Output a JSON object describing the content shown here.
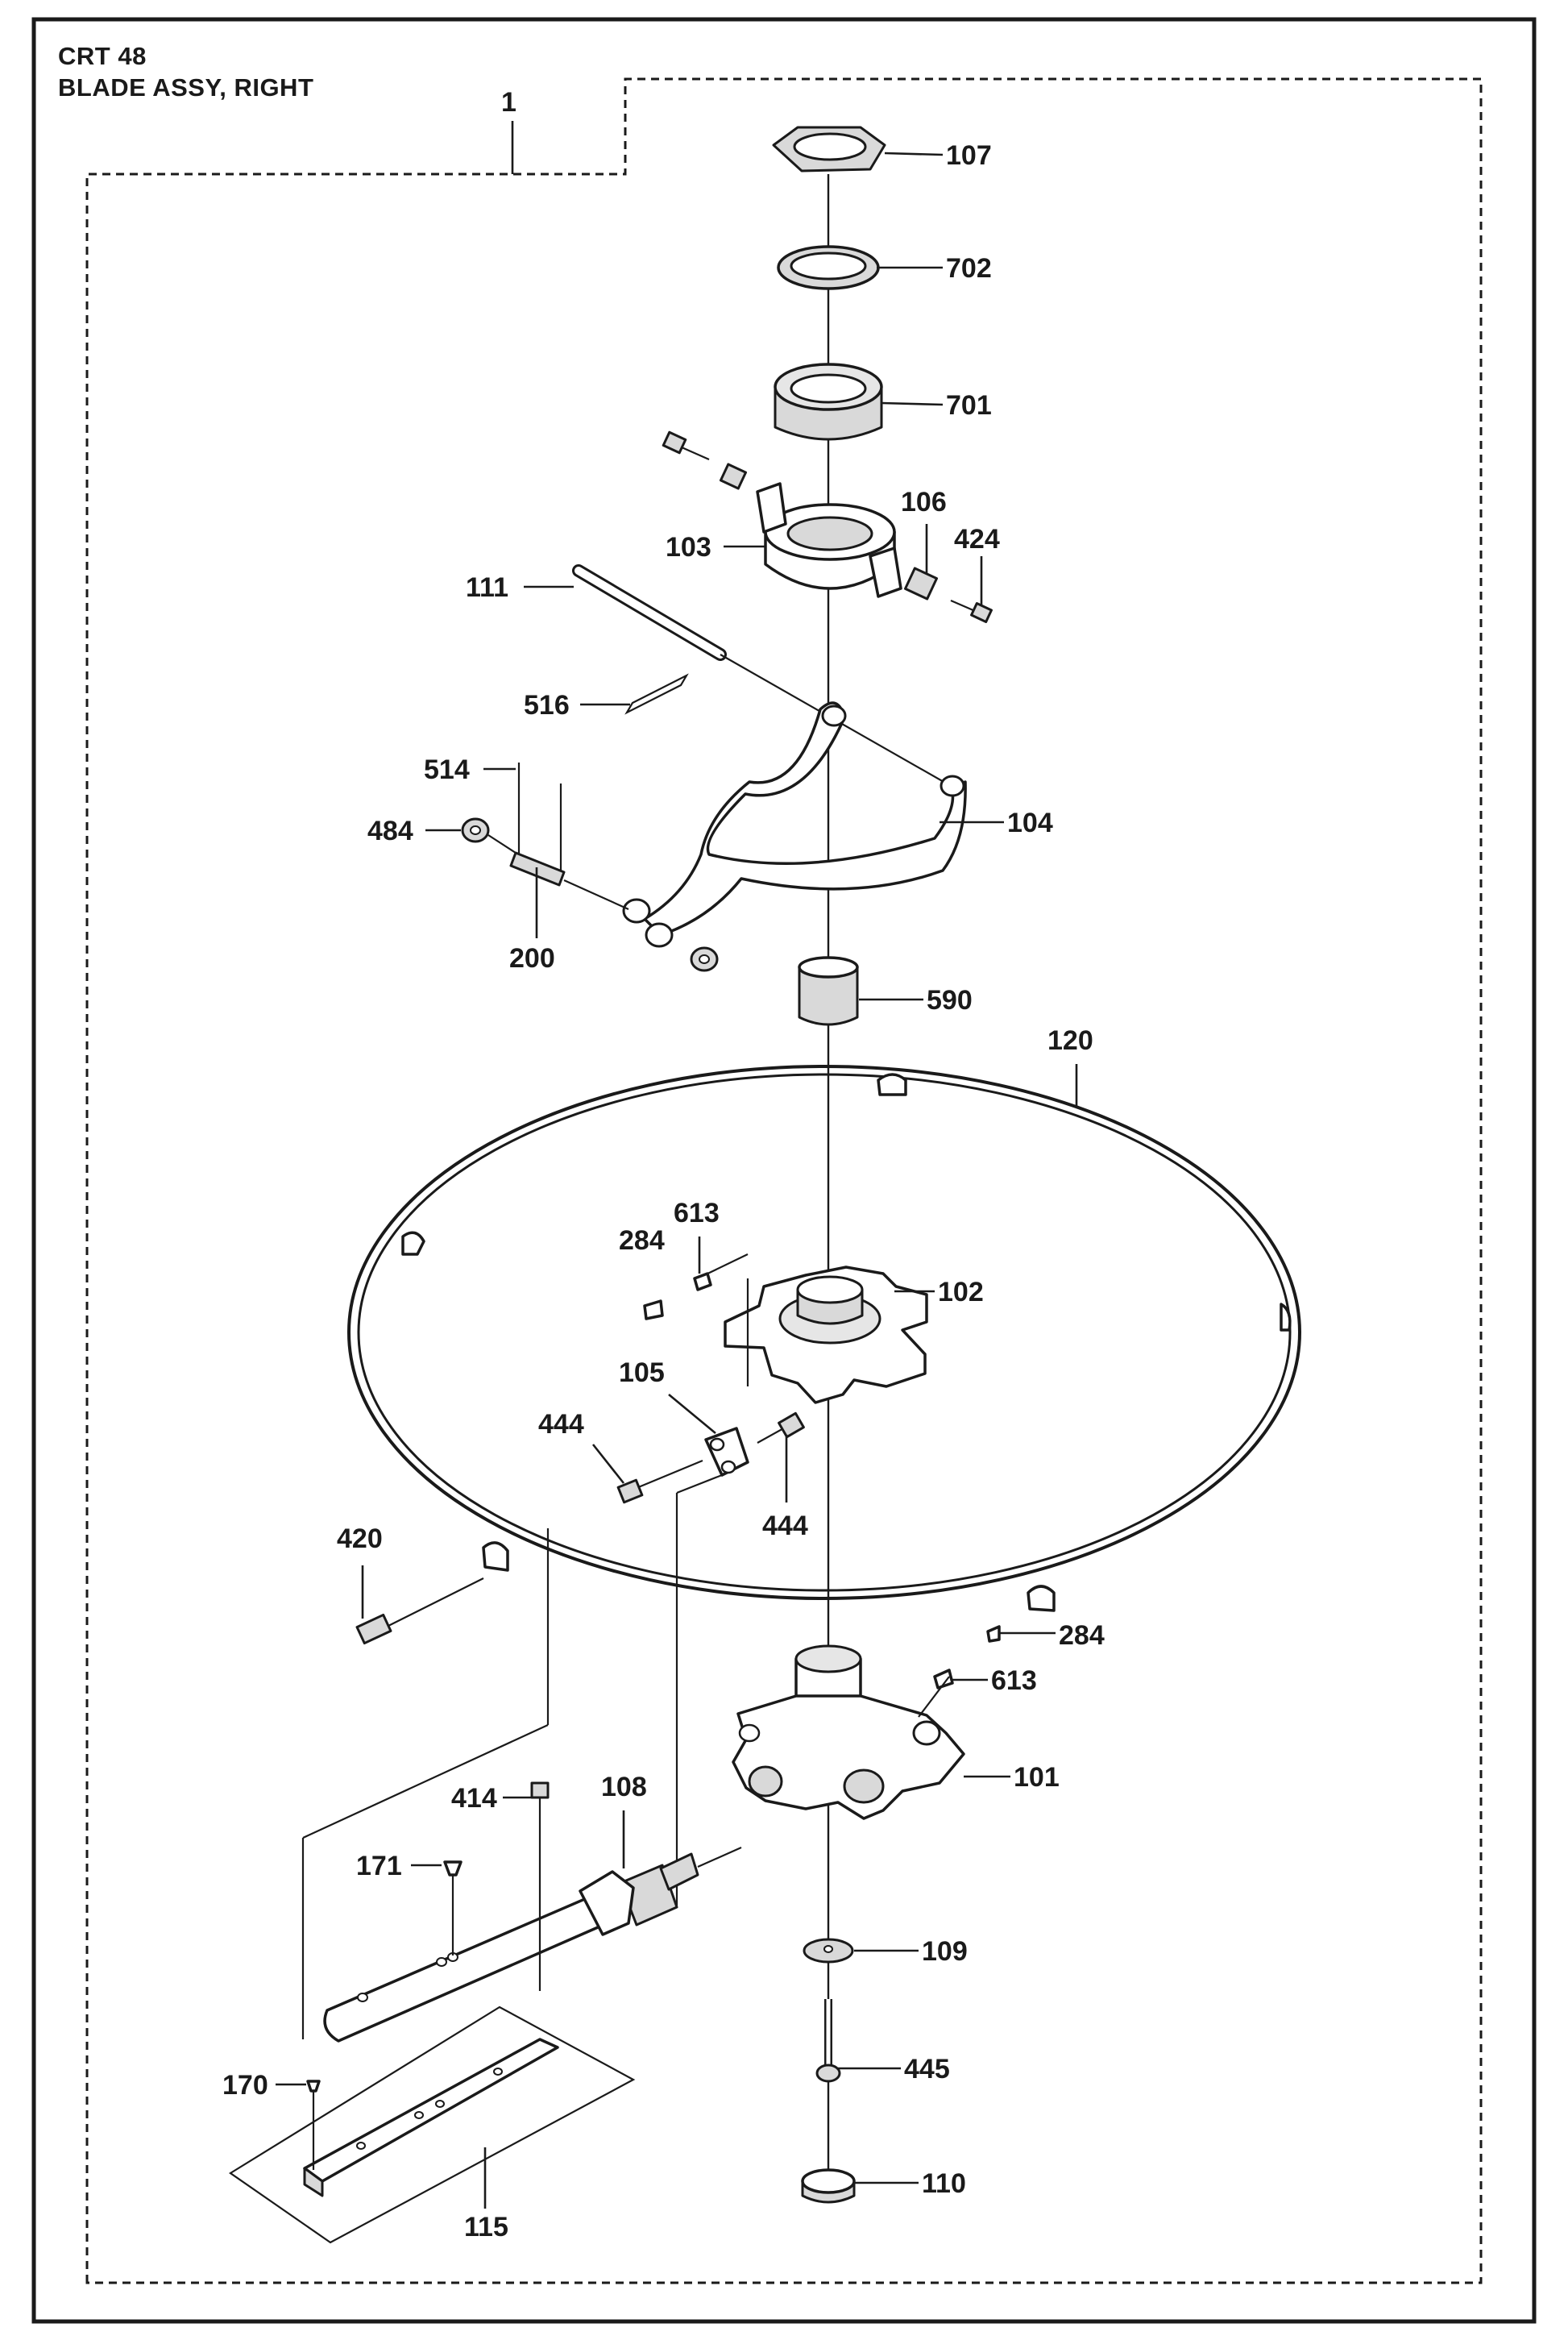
{
  "header": {
    "model": "CRT 48",
    "assembly_name": "BLADE ASSY, RIGHT"
  },
  "callouts": {
    "c1": "1",
    "c107": "107",
    "c702": "702",
    "c701": "701",
    "c106": "106",
    "c424": "424",
    "c103": "103",
    "c111": "111",
    "c516": "516",
    "c514": "514",
    "c484": "484",
    "c104": "104",
    "c200": "200",
    "c590": "590",
    "c120": "120",
    "c613a": "613",
    "c284a": "284",
    "c102": "102",
    "c105": "105",
    "c444a": "444",
    "c444b": "444",
    "c420": "420",
    "c284b": "284",
    "c613b": "613",
    "c101": "101",
    "c414": "414",
    "c108": "108",
    "c171": "171",
    "c109": "109",
    "c445": "445",
    "c170": "170",
    "c110": "110",
    "c115": "115"
  }
}
